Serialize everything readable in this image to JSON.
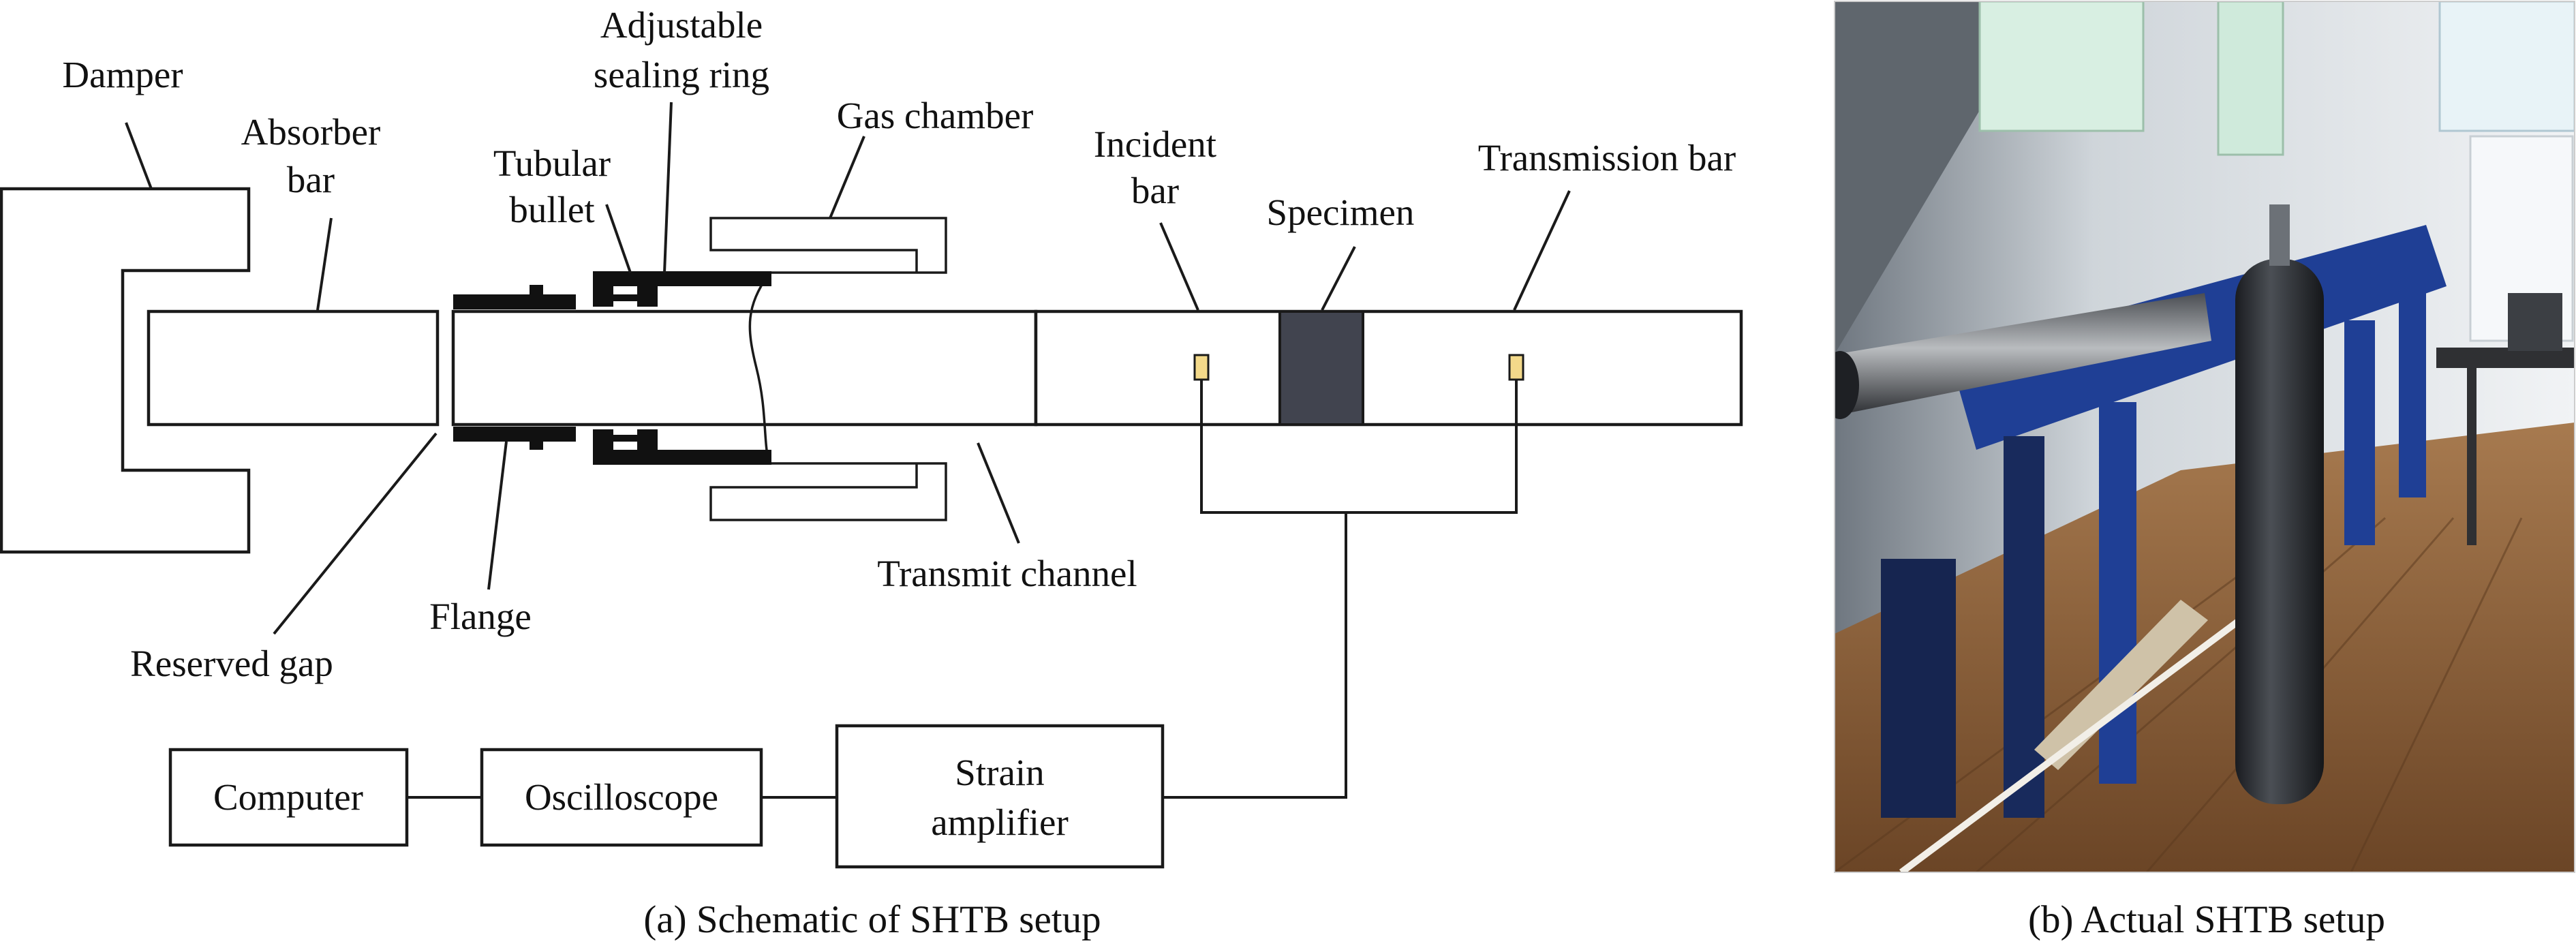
{
  "schematic": {
    "labels": {
      "damper": "Damper",
      "absorber_bar": [
        "Absorber",
        "bar"
      ],
      "adjustable_sealing_ring": [
        "Adjustable",
        "sealing ring"
      ],
      "tubular_bullet": [
        "Tubular",
        "bullet"
      ],
      "gas_chamber": "Gas chamber",
      "incident_bar": [
        "Incident",
        "bar"
      ],
      "specimen": "Specimen",
      "transmission_bar": "Transmission bar",
      "reserved_gap": "Reserved gap",
      "flange": "Flange",
      "transmit_channel": "Transmit channel"
    },
    "instruments": {
      "computer": "Computer",
      "oscilloscope": "Oscilloscope",
      "strain_amplifier": [
        "Strain",
        "amplifier"
      ]
    },
    "caption": "(a) Schematic of SHTB setup"
  },
  "photo": {
    "caption": "(b) Actual SHTB setup"
  },
  "colors": {
    "line": "#1a1a1a",
    "specimen": "#41444f",
    "strain_gauge": "#f3d98a",
    "floor": "#8a5a30",
    "wall": "#e9ecef",
    "machine_blue": "#1f3f95"
  }
}
